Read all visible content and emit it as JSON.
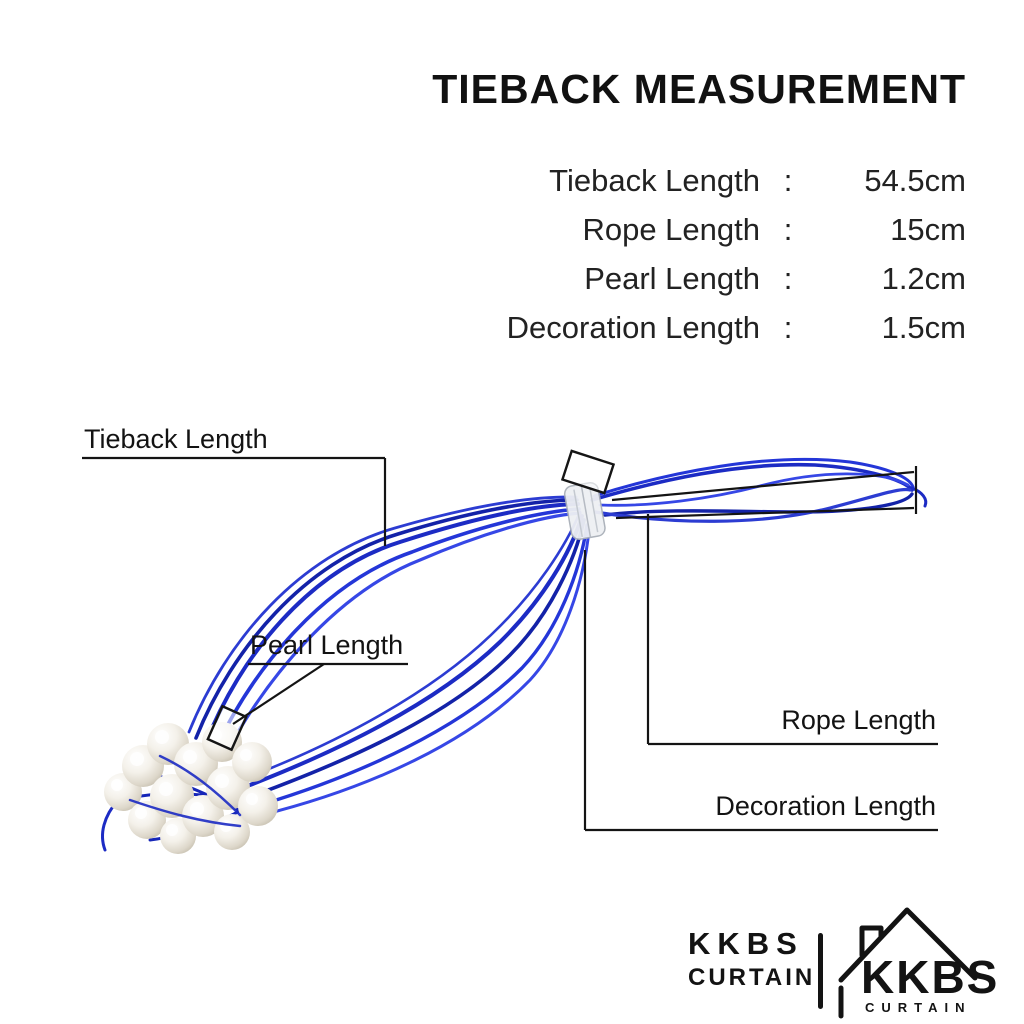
{
  "title": "TIEBACK MEASUREMENT",
  "colon": ":",
  "measurements": [
    {
      "label": "Tieback Length",
      "value": "54.5cm"
    },
    {
      "label": "Rope Length",
      "value": "15cm"
    },
    {
      "label": "Pearl Length",
      "value": "1.2cm"
    },
    {
      "label": "Decoration Length",
      "value": "1.5cm"
    }
  ],
  "callouts": {
    "tieback_length": "Tieback Length",
    "pearl_length": "Pearl Length",
    "rope_length": "Rope Length",
    "decoration_length": "Decoration Length"
  },
  "branding": {
    "wordmark_top": "KKBS",
    "wordmark_bottom": "CURTAIN",
    "logo_name": "KKBS",
    "logo_sub": "CURTAIN"
  },
  "colors": {
    "rope_blue": "#1c2bc4",
    "text_dark": "#1a1a1a"
  }
}
